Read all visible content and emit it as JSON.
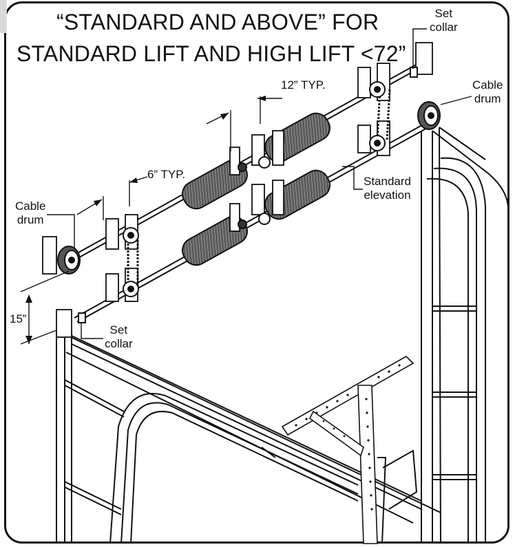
{
  "title": {
    "line1": "“STANDARD AND ABOVE” FOR",
    "line2": "STANDARD LIFT AND HIGH LIFT <72”"
  },
  "labels": {
    "set_collar_top": [
      "Set",
      "collar"
    ],
    "cable_drum_right": [
      "Cable",
      "drum"
    ],
    "twelve_typ": "12” TYP.",
    "six_typ": "6” TYP.",
    "standard_elevation": [
      "Standard",
      "elevation"
    ],
    "cable_drum_left": [
      "Cable",
      "drum"
    ],
    "fifteen": "15”",
    "set_collar_bottom": [
      "Set",
      "collar"
    ]
  }
}
